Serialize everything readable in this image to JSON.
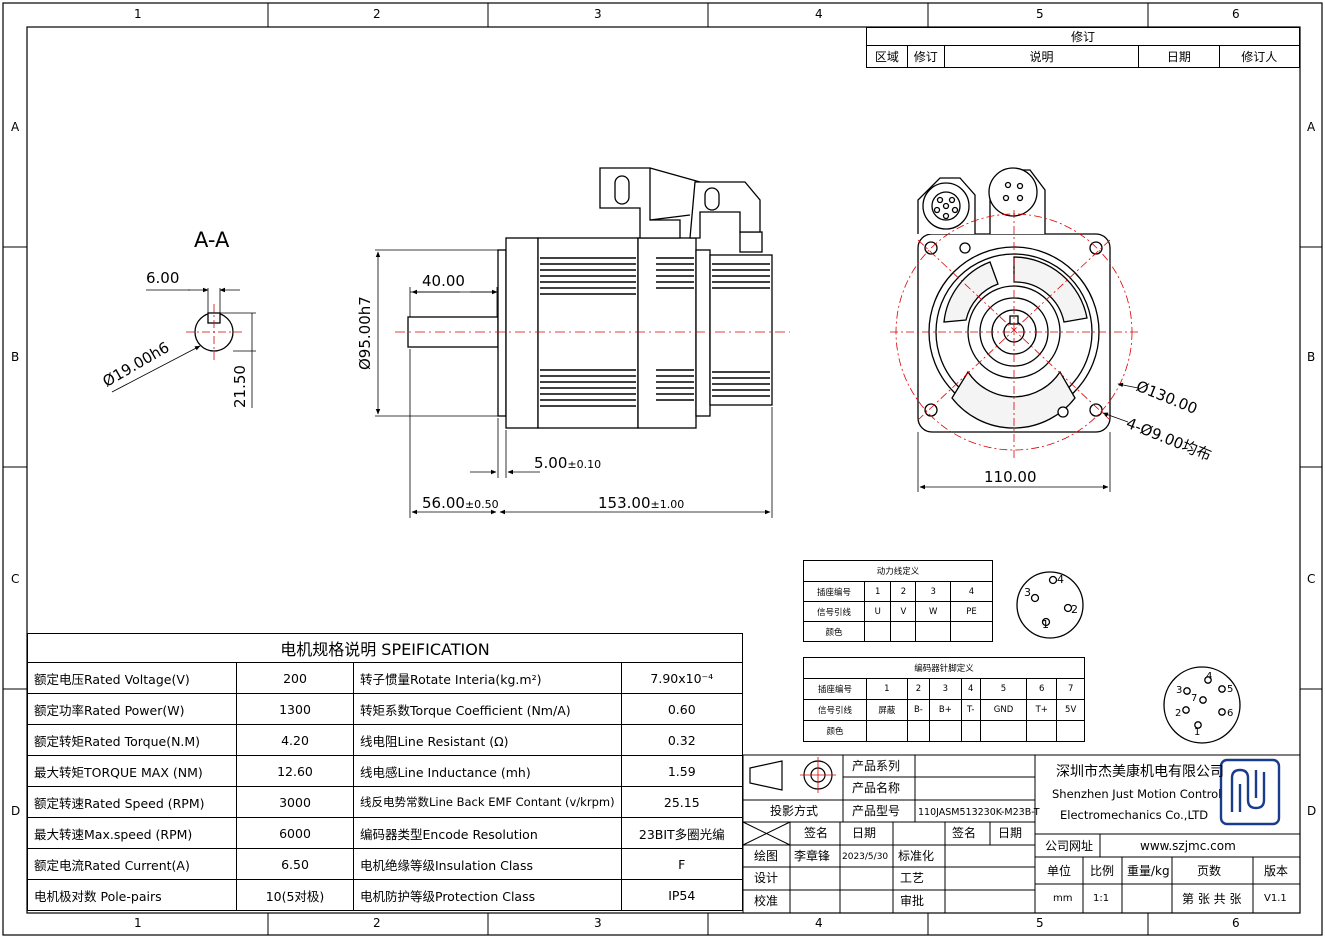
{
  "frame": {
    "cols": [
      "1",
      "2",
      "3",
      "4",
      "5",
      "6"
    ],
    "rows": [
      "A",
      "B",
      "C",
      "D"
    ]
  },
  "section_view": {
    "title": "A-A",
    "keyway_width": "6.00",
    "shaft_dia": "Ø19.00h6",
    "key_height": "21.50"
  },
  "side_view": {
    "dim_shaft_len": "40.00",
    "dim_flange_dia": "Ø95.00h7",
    "dim_flange_thk_main": "5.00",
    "dim_flange_thk_tol": "±0.10",
    "dim_shaft_ext_main": "56.00",
    "dim_shaft_ext_tol": "±0.50",
    "dim_body_len_main": "153.00",
    "dim_body_len_tol": "±1.00"
  },
  "front_view": {
    "dim_pcd": "Ø130.00",
    "dim_holes": "4-Ø9.00均布",
    "dim_flange_width": "110.00"
  },
  "revision_table": {
    "title": "修订",
    "headers": [
      "区域",
      "修订",
      "说明",
      "日期",
      "修订人"
    ]
  },
  "power_table": {
    "title": "动力线定义",
    "rows": [
      [
        "插座编号",
        "1",
        "2",
        "3",
        "4"
      ],
      [
        "信号引线",
        "U",
        "V",
        "W",
        "PE"
      ],
      [
        "颜色",
        "",
        "",
        "",
        ""
      ]
    ]
  },
  "encoder_table": {
    "title": "编码器针脚定义",
    "rows": [
      [
        "插座编号",
        "1",
        "2",
        "3",
        "4",
        "5",
        "6",
        "7"
      ],
      [
        "信号引线",
        "屏蔽",
        "B-",
        "B+",
        "T-",
        "GND",
        "T+",
        "5V"
      ],
      [
        "颜色",
        "",
        "",
        "",
        "",
        "",
        "",
        ""
      ]
    ]
  },
  "connector_4pin": {
    "pins": [
      "1",
      "2",
      "3",
      "4"
    ]
  },
  "connector_7pin": {
    "pins": [
      "1",
      "2",
      "3",
      "4",
      "5",
      "6",
      "7"
    ]
  },
  "spec_table": {
    "title": "电机规格说明 SPEIFICATION",
    "rows": [
      [
        "额定电压Rated Voltage(V)",
        "200",
        "转子惯量Rotate Interia(kg.m²)",
        "7.90x10⁻⁴"
      ],
      [
        "额定功率Rated Power(W)",
        "1300",
        "转矩系数Torque Coefficient (Nm/A)",
        "0.60"
      ],
      [
        "额定转矩Rated Torque(N.M)",
        "4.20",
        "线电阻Line Resistant (Ω)",
        "0.32"
      ],
      [
        "最大转矩TORQUE MAX (NM)",
        "12.60",
        "线电感Line Inductance (mh)",
        "1.59"
      ],
      [
        "额定转速Rated Speed (RPM)",
        "3000",
        "线反电势常数Line Back EMF Contant (v/krpm)",
        "25.15"
      ],
      [
        "最大转速Max.speed (RPM)",
        "6000",
        "编码器类型Encode Resolution",
        "23BIT多圈光编"
      ],
      [
        "额定电流Rated Current(A)",
        "6.50",
        "电机绝缘等级Insulation Class",
        "F"
      ],
      [
        "电机极对数 Pole-pairs",
        "10(5对极)",
        "电机防护等级Protection Class",
        "IP54"
      ]
    ]
  },
  "title_block": {
    "projection_label": "投影方式",
    "product_series_label": "产品系列",
    "product_name_label": "产品名称",
    "product_model_label": "产品型号",
    "product_model": "110JASM513230K-M23B-T",
    "sign_label": "签名",
    "date_label": "日期",
    "sign_label_2": "签名",
    "date_label_2": "日期",
    "draw_label": "绘图",
    "drawer": "李章锋",
    "draw_date": "2023/5/30",
    "standard_label": "标准化",
    "design_label": "设计",
    "process_label": "工艺",
    "check_label": "校准",
    "approve_label": "审批",
    "company_cn": "深圳市杰美康机电有限公司",
    "company_en_1": "Shenzhen Just Motion Control",
    "company_en_2": "Electromechanics Co.,LTD",
    "website_label": "公司网址",
    "website": "www.szjmc.com",
    "unit_label": "单位",
    "scale_label": "比例",
    "weight_label": "重量/kg",
    "pages_label": "页数",
    "version_label": "版本",
    "unit": "mm",
    "scale": "1:1",
    "pages": "第 张 共 张",
    "version": "V1.1"
  }
}
